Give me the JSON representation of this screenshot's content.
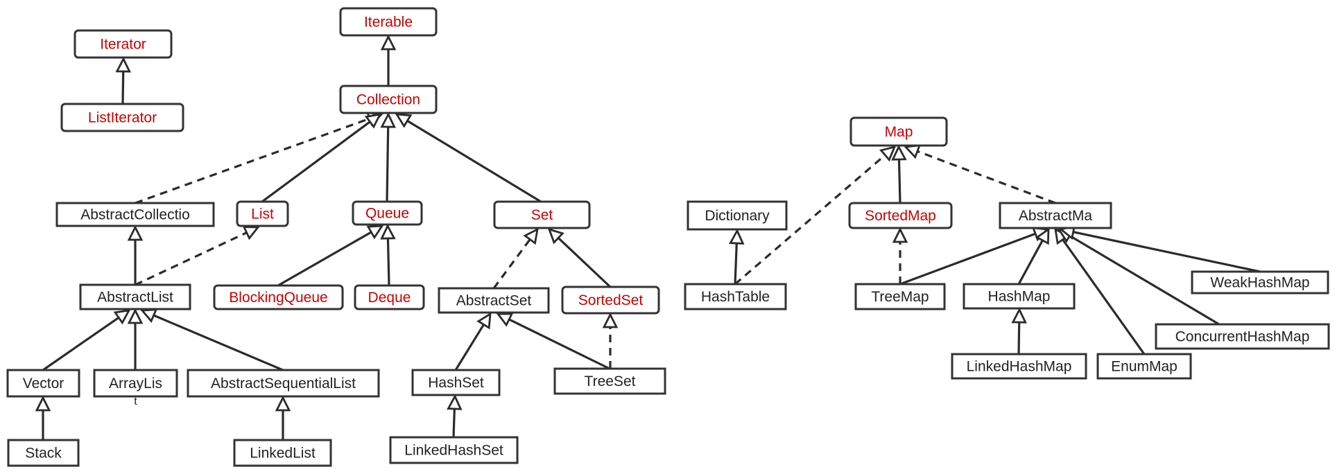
{
  "colors": {
    "interface_text": "#cc0000",
    "class_text": "#222222",
    "line": "#2b2b2b",
    "box_border": "#333333"
  },
  "nodes": [
    {
      "id": "iterable",
      "label": "Iterable",
      "kind": "interface"
    },
    {
      "id": "iterator",
      "label": "Iterator",
      "kind": "interface"
    },
    {
      "id": "listiterator",
      "label": "ListIterator",
      "kind": "interface"
    },
    {
      "id": "collection",
      "label": "Collection",
      "kind": "interface"
    },
    {
      "id": "abstractcollection",
      "label": "AbstractCollectio",
      "kind": "class"
    },
    {
      "id": "list",
      "label": "List",
      "kind": "interface"
    },
    {
      "id": "queue",
      "label": "Queue",
      "kind": "interface"
    },
    {
      "id": "set",
      "label": "Set",
      "kind": "interface"
    },
    {
      "id": "abstractlist",
      "label": "AbstractList",
      "kind": "class"
    },
    {
      "id": "blockingqueue",
      "label": "BlockingQueue",
      "kind": "interface"
    },
    {
      "id": "deque",
      "label": "Deque",
      "kind": "interface"
    },
    {
      "id": "abstractset",
      "label": "AbstractSet",
      "kind": "class"
    },
    {
      "id": "sortedset",
      "label": "SortedSet",
      "kind": "interface"
    },
    {
      "id": "vector",
      "label": "Vector",
      "kind": "class"
    },
    {
      "id": "arraylist",
      "label": "ArrayLis",
      "label_overflow": "t",
      "kind": "class"
    },
    {
      "id": "abstractsequentiallist",
      "label": "AbstractSequentialList",
      "kind": "class"
    },
    {
      "id": "hashset",
      "label": "HashSet",
      "kind": "class"
    },
    {
      "id": "treeset",
      "label": "TreeSet",
      "kind": "class"
    },
    {
      "id": "stack",
      "label": "Stack",
      "kind": "class"
    },
    {
      "id": "linkedlist",
      "label": "LinkedList",
      "kind": "class"
    },
    {
      "id": "linkedhashset",
      "label": "LinkedHashSet",
      "kind": "class"
    },
    {
      "id": "map",
      "label": "Map",
      "kind": "interface"
    },
    {
      "id": "dictionary",
      "label": "Dictionary",
      "kind": "class"
    },
    {
      "id": "sortedmap",
      "label": "SortedMap",
      "kind": "interface"
    },
    {
      "id": "abstractmap",
      "label": "AbstractMa",
      "kind": "class"
    },
    {
      "id": "hashtable",
      "label": "HashTable",
      "kind": "class"
    },
    {
      "id": "treemap",
      "label": "TreeMap",
      "kind": "class"
    },
    {
      "id": "hashmap",
      "label": "HashMap",
      "kind": "class"
    },
    {
      "id": "weakhashmap",
      "label": "WeakHashMap",
      "kind": "class"
    },
    {
      "id": "concurrenthashmap",
      "label": "ConcurrentHashMap",
      "kind": "class"
    },
    {
      "id": "linkedhashmap",
      "label": "LinkedHashMap",
      "kind": "class"
    },
    {
      "id": "enummap",
      "label": "EnumMap",
      "kind": "class"
    }
  ],
  "edges": [
    {
      "from": "collection",
      "to": "iterable",
      "style": "solid"
    },
    {
      "from": "listiterator",
      "to": "iterator",
      "style": "solid"
    },
    {
      "from": "abstractcollection",
      "to": "collection",
      "style": "dashed"
    },
    {
      "from": "list",
      "to": "collection",
      "style": "solid"
    },
    {
      "from": "queue",
      "to": "collection",
      "style": "solid"
    },
    {
      "from": "set",
      "to": "collection",
      "style": "solid"
    },
    {
      "from": "abstractlist",
      "to": "abstractcollection",
      "style": "solid"
    },
    {
      "from": "abstractlist",
      "to": "list",
      "style": "dashed"
    },
    {
      "from": "blockingqueue",
      "to": "queue",
      "style": "solid"
    },
    {
      "from": "deque",
      "to": "queue",
      "style": "solid"
    },
    {
      "from": "abstractset",
      "to": "set",
      "style": "dashed"
    },
    {
      "from": "sortedset",
      "to": "set",
      "style": "solid"
    },
    {
      "from": "vector",
      "to": "abstractlist",
      "style": "solid"
    },
    {
      "from": "arraylist",
      "to": "abstractlist",
      "style": "solid"
    },
    {
      "from": "abstractsequentiallist",
      "to": "abstractlist",
      "style": "solid"
    },
    {
      "from": "stack",
      "to": "vector",
      "style": "solid"
    },
    {
      "from": "linkedlist",
      "to": "abstractsequentiallist",
      "style": "solid"
    },
    {
      "from": "hashset",
      "to": "abstractset",
      "style": "solid"
    },
    {
      "from": "treeset",
      "to": "abstractset",
      "style": "solid"
    },
    {
      "from": "treeset",
      "to": "sortedset",
      "style": "dashed"
    },
    {
      "from": "linkedhashset",
      "to": "hashset",
      "style": "solid"
    },
    {
      "from": "hashtable",
      "to": "dictionary",
      "style": "solid"
    },
    {
      "from": "hashtable",
      "to": "map",
      "style": "dashed"
    },
    {
      "from": "sortedmap",
      "to": "map",
      "style": "solid"
    },
    {
      "from": "abstractmap",
      "to": "map",
      "style": "dashed"
    },
    {
      "from": "treemap",
      "to": "sortedmap",
      "style": "dashed"
    },
    {
      "from": "treemap",
      "to": "abstractmap",
      "style": "solid"
    },
    {
      "from": "hashmap",
      "to": "abstractmap",
      "style": "solid"
    },
    {
      "from": "enummap",
      "to": "abstractmap",
      "style": "solid"
    },
    {
      "from": "concurrenthashmap",
      "to": "abstractmap",
      "style": "solid"
    },
    {
      "from": "weakhashmap",
      "to": "abstractmap",
      "style": "solid"
    },
    {
      "from": "linkedhashmap",
      "to": "hashmap",
      "style": "solid"
    }
  ]
}
